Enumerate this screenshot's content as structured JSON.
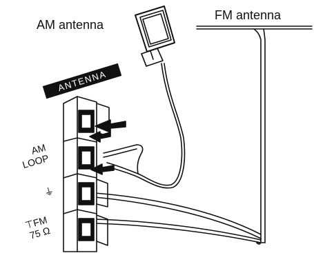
{
  "labels": {
    "am_antenna": "AM antenna",
    "fm_antenna": "FM antenna",
    "antenna_banner": "ANTENNA",
    "am_loop_line1": "AM",
    "am_loop_line2": "LOOP",
    "ground_symbol": "⏚",
    "fm_line1": "⊤FM",
    "fm_line2": "75 Ω"
  },
  "colors": {
    "ink": "#111111",
    "background": "#ffffff"
  }
}
